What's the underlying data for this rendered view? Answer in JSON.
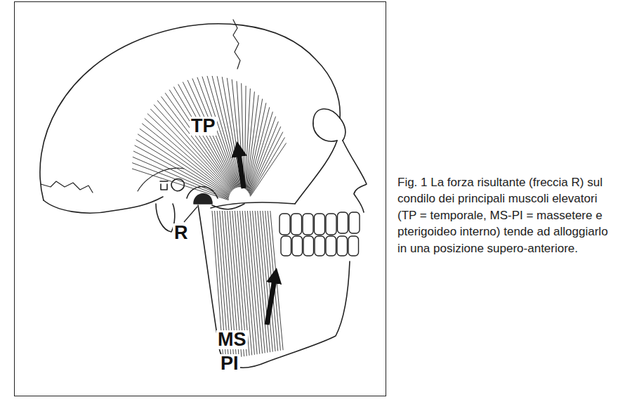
{
  "diagram": {
    "caption": "Fig. 1 La forza risultante (freccia R) sul condilo dei principali muscoli elevatori (TP = temporale, MS-PI = massetere e pterigoideo interno) tende ad alloggiarlo in una posizione supero-anteriore.",
    "labels": [
      "TP",
      "R",
      "MS",
      "PI"
    ]
  }
}
